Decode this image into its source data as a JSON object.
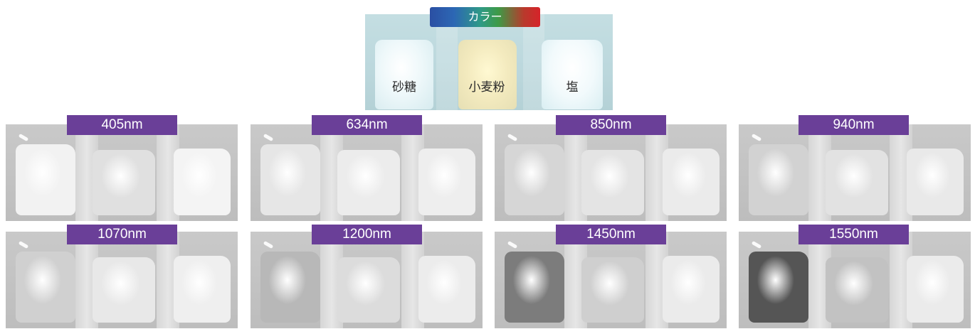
{
  "color_reference": {
    "tag_label": "カラー",
    "items": [
      {
        "label": "砂糖"
      },
      {
        "label": "小麦粉"
      },
      {
        "label": "塩"
      }
    ]
  },
  "wavelength_panels": [
    {
      "label": "405nm",
      "sugar": "#f2f2f2",
      "flour": "#e0e0e0",
      "salt": "#f4f4f4"
    },
    {
      "label": "634nm",
      "sugar": "#e6e6e6",
      "flour": "#ececec",
      "salt": "#eeeeee"
    },
    {
      "label": "850nm",
      "sugar": "#d6d6d6",
      "flour": "#e4e4e4",
      "salt": "#ebebeb"
    },
    {
      "label": "940nm",
      "sugar": "#d2d2d2",
      "flour": "#e2e2e2",
      "salt": "#e9e9e9"
    },
    {
      "label": "1070nm",
      "sugar": "#d0d0d0",
      "flour": "#e8e8e8",
      "salt": "#efefef"
    },
    {
      "label": "1200nm",
      "sugar": "#b8b8b8",
      "flour": "#dcdcdc",
      "salt": "#ececec"
    },
    {
      "label": "1450nm",
      "sugar": "#7c7c7c",
      "flour": "#cfcfcf",
      "salt": "#ebebeb"
    },
    {
      "label": "1550nm",
      "sugar": "#555555",
      "flour": "#c2c2c2",
      "salt": "#ebebeb"
    }
  ]
}
